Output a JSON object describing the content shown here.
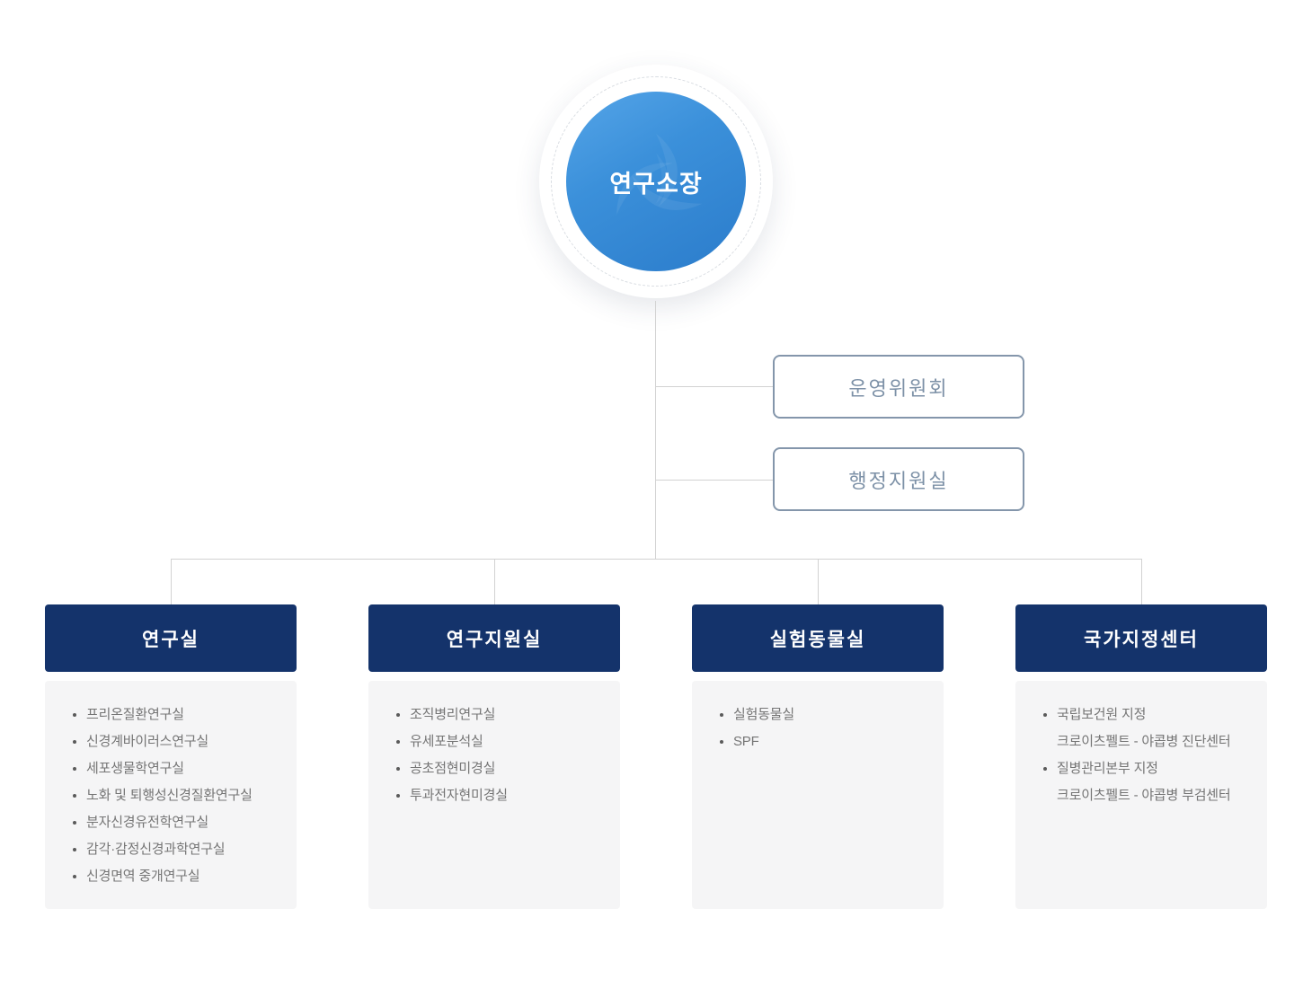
{
  "org": {
    "root_label": "연구소장",
    "committees": [
      "운영위원회",
      "행정지원실"
    ],
    "departments": [
      {
        "title": "연구실",
        "items": [
          {
            "text": "프리온질환연구실"
          },
          {
            "text": "신경계바이러스연구실"
          },
          {
            "text": "세포생물학연구실"
          },
          {
            "text": "노화 및 퇴행성신경질환연구실"
          },
          {
            "text": "분자신경유전학연구실"
          },
          {
            "text": "감각·감정신경과학연구실"
          },
          {
            "text": "신경면역 중개연구실"
          }
        ]
      },
      {
        "title": "연구지원실",
        "items": [
          {
            "text": "조직병리연구실"
          },
          {
            "text": "유세포분석실"
          },
          {
            "text": "공초점현미경실"
          },
          {
            "text": "투과전자현미경실"
          }
        ]
      },
      {
        "title": "실험동물실",
        "items": [
          {
            "text": "실험동물실"
          },
          {
            "text": "SPF"
          }
        ]
      },
      {
        "title": "국가지정센터",
        "items": [
          {
            "text": "국립보건원 지정",
            "sub": "크로이츠펠트 - 야콥병 진단센터"
          },
          {
            "text": "질병관리본부 지정",
            "sub": "크로이츠펠트 - 야콥병 부검센터"
          }
        ]
      }
    ]
  },
  "colors": {
    "header_navy": "#14336b",
    "circle_blue_top": "#55a5e8",
    "circle_blue_bottom": "#2b7ccb",
    "committee_border": "#8496ab",
    "committee_text": "#7d91a7",
    "connector_line": "#d2d2d2",
    "panel_bg": "#f5f5f6",
    "item_text": "#757575"
  }
}
